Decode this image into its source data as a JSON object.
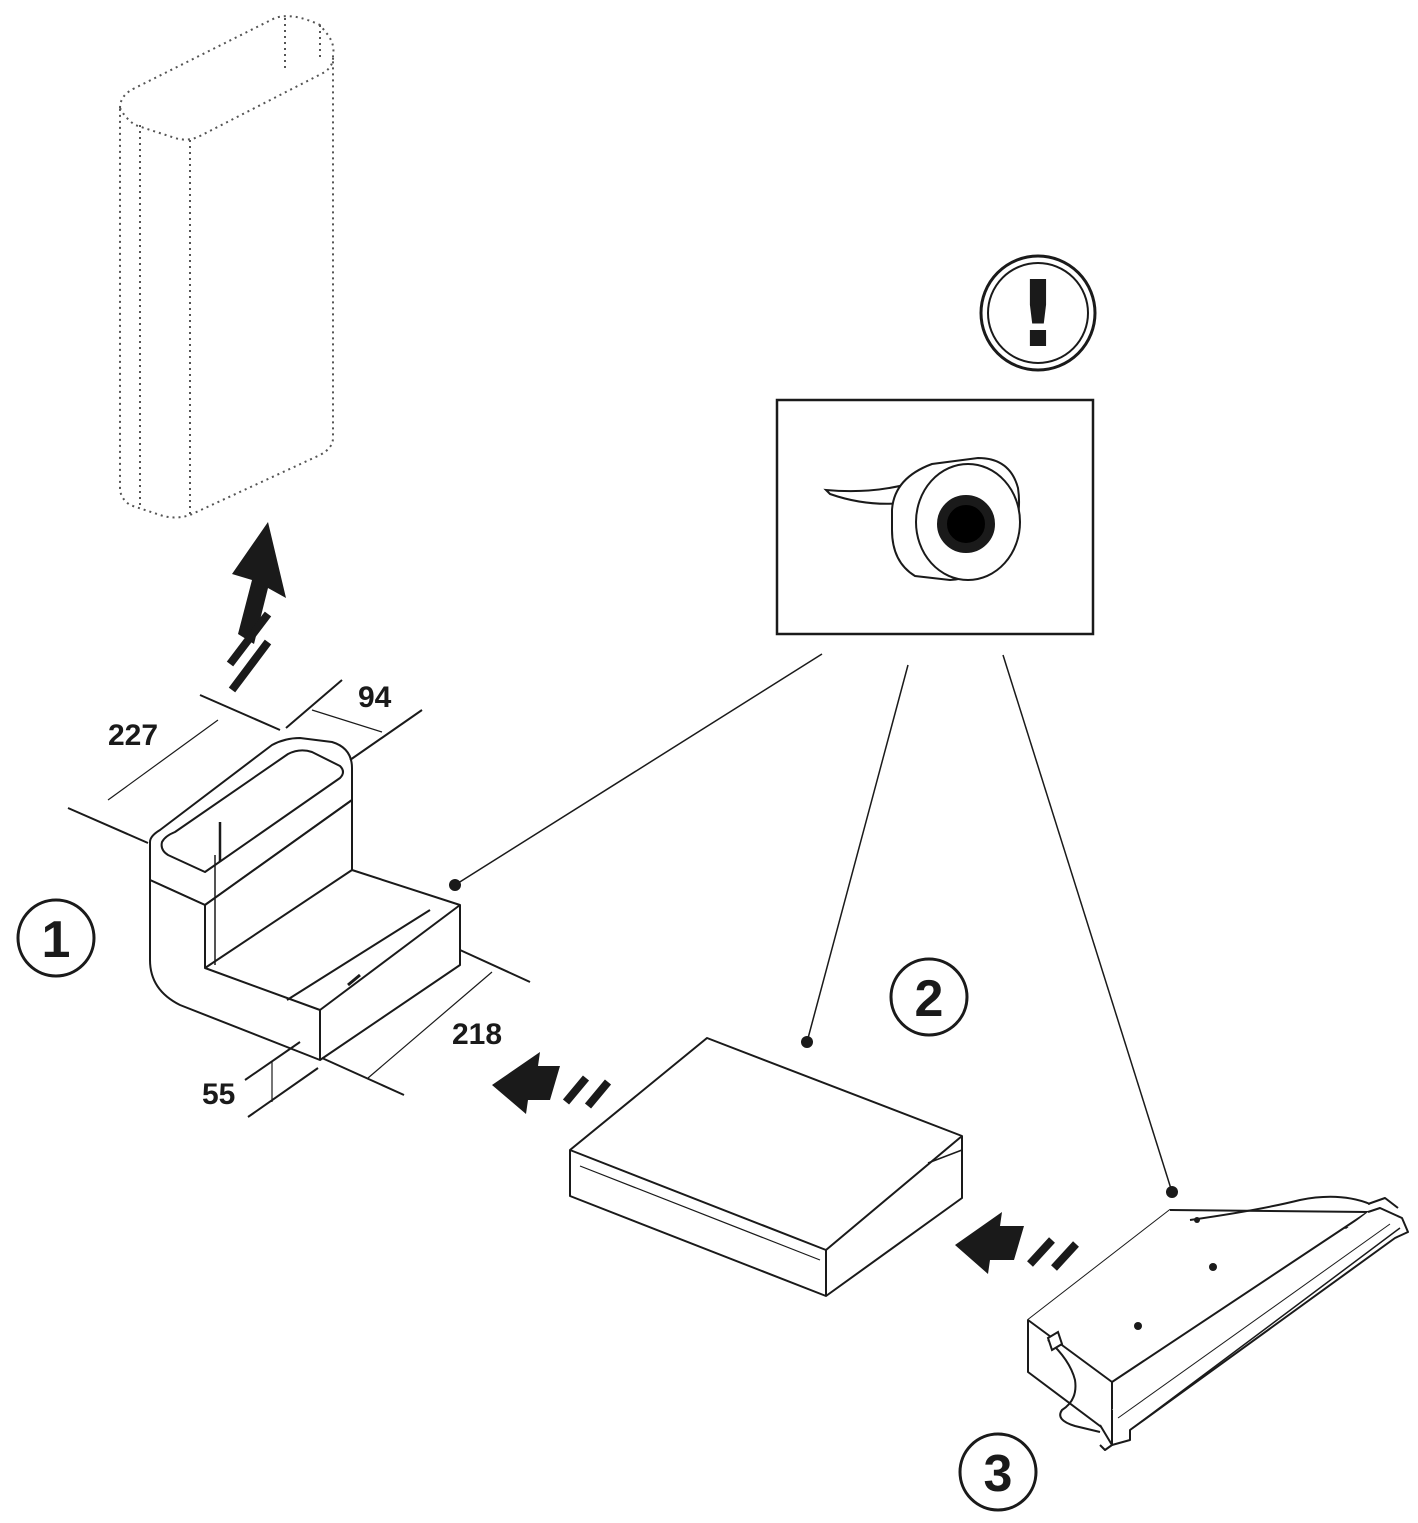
{
  "dimensions": {
    "width_top": "94",
    "length_top": "227",
    "length_bottom": "218",
    "height_bottom": "55"
  },
  "callouts": [
    "1",
    "2",
    "3"
  ],
  "warning": {
    "symbol": "!",
    "icon": "exclamation-warning-icon"
  },
  "inset": {
    "icon": "adhesive-tape-roll-icon"
  },
  "arrows": {
    "icon": "direction-arrow-icon"
  },
  "colors": {
    "line": "#1a1a1a",
    "dotted": "#555555",
    "background": "#ffffff"
  }
}
